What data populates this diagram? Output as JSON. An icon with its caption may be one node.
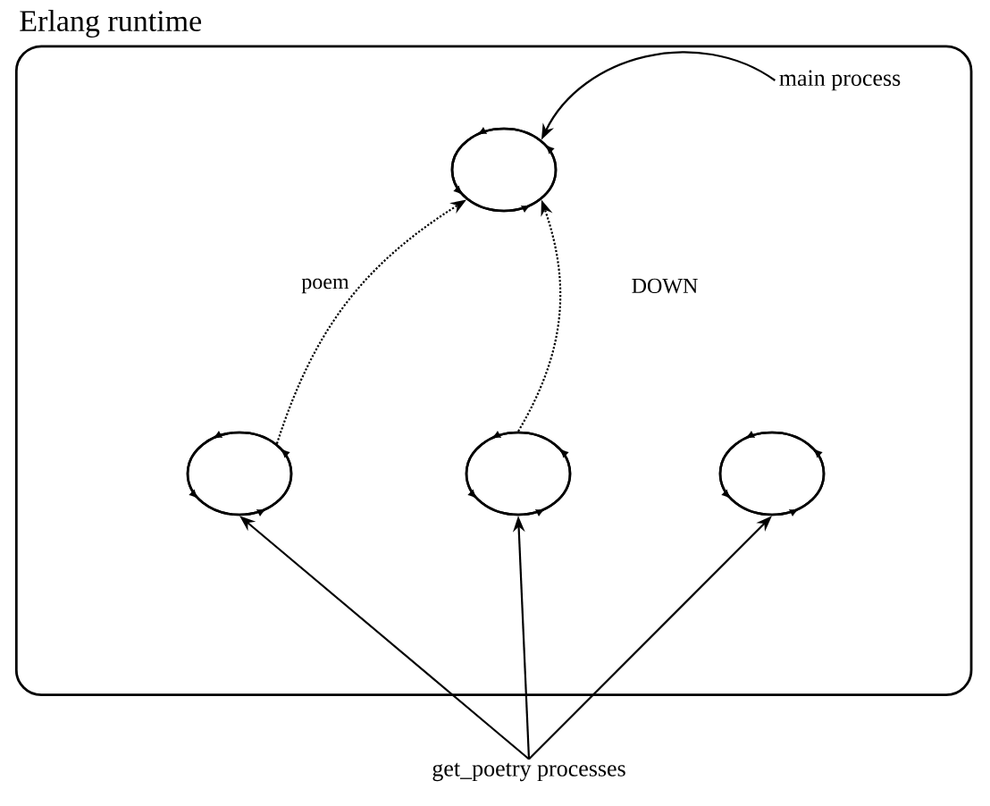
{
  "diagram": {
    "nodes": [
      {
        "text": [
          "Erlang runtime"
        ]
      },
      {
        "text": [],
        "shape": "circle",
        "in": 0
      },
      {
        "text": [],
        "shape": "circle",
        "in": 0
      },
      {
        "text": [],
        "shape": "circle",
        "in": 0
      },
      {
        "text": [],
        "shape": "circle",
        "in": 0
      },
      {
        "text": [
          "main process"
        ],
        "in": 0
      },
      {
        "text": [
          "get_poetry processes"
        ]
      }
    ],
    "edges": [
      {
        "from": 5,
        "to": 1,
        "arrow": "to"
      },
      {
        "from": 2,
        "to": 1,
        "arrow": "to",
        "label": "poem",
        "style": "dashed"
      },
      {
        "from": 3,
        "to": 1,
        "arrow": "to",
        "label": "DOWN",
        "style": "dashed"
      },
      {
        "from": 6,
        "to": 2,
        "arrow": "to"
      },
      {
        "from": 6,
        "to": 3,
        "arrow": "to"
      },
      {
        "from": 6,
        "to": 4,
        "arrow": "to"
      }
    ]
  }
}
